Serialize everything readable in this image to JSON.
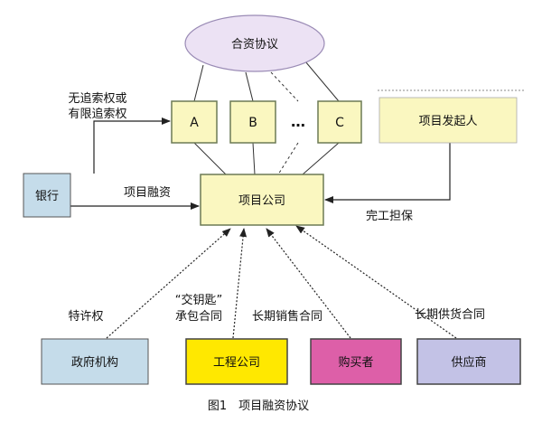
{
  "title": "合资协议",
  "partners": [
    {
      "id": "a",
      "label": "A"
    },
    {
      "id": "b",
      "label": "B"
    },
    {
      "id": "c",
      "label": "C"
    }
  ],
  "ellipsis": "…",
  "sponsor": "项目发起人",
  "bank": "银行",
  "project_company": "项目公司",
  "labels": {
    "nonrecourse": [
      "无追索权或",
      "有限追索权"
    ],
    "financing": "项目融资",
    "completion_guarantee": "完工担保",
    "franchise": "特许权",
    "turnkey": [
      "“交钥匙”",
      "承包合同"
    ],
    "offtake": "长期销售合同",
    "supply": "长期供货合同"
  },
  "bottom": {
    "government": "政府机构",
    "engineering": "工程公司",
    "buyer": "购买者",
    "supplier": "供应商"
  },
  "caption": "图1　项目融资协议",
  "colors": {
    "ellipse_fill": "#ece2f4",
    "ellipse_stroke": "#9a8bb5",
    "yellow_light": "#faf7c0",
    "yellow_bright": "#ffe800",
    "blue": "#c5dcea",
    "pink": "#dd5fa8",
    "lavender": "#c3c2e6",
    "stroke": "#6c7a55",
    "line": "#333333"
  }
}
